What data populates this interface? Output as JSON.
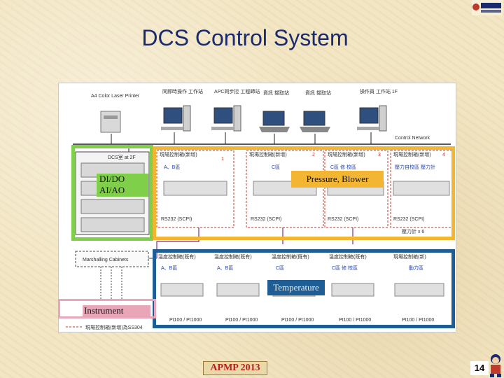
{
  "slide": {
    "title": "DCS Control System",
    "page_number": "14",
    "footer_badge": "APMP 2013"
  },
  "overlays": {
    "didoai_line1": "DI/DO",
    "didoai_line2": "AI/AO",
    "pressure": "Pressure, Blower",
    "temperature": "Temperature",
    "instrument": "Instrument"
  },
  "diagram": {
    "workstations": [
      "A4 Color Laser Printer",
      "同即時操作 工作站",
      "APC同步控 工程師站",
      "資訊 擷取站",
      "資訊 擷取站",
      "操作員 工作站 1F"
    ],
    "control_network_label": "Control Network",
    "dcs_label": "DCS室 at 2F",
    "marshalling_label": "Marshalling Cabinets",
    "panel_numbers": [
      "1",
      "2",
      "3",
      "4"
    ],
    "field_panels_top": [
      "現場控制箱(新增)",
      "現場控制箱(新增)",
      "現場控制箱(新增)",
      "現場控制箱(新增)"
    ],
    "field_panels_top_zones": [
      "A、B區",
      "C區",
      "C區 修 校區",
      "壓力自校區 壓力計"
    ],
    "rs_labels": [
      "RS232 (SCPI)",
      "RS232 (SCPI)",
      "RS232 (SCPI)",
      "RS232 (SCPI)"
    ],
    "field_panels_bottom": [
      "溫度控制箱(既有)",
      "溫度控制箱(既有)",
      "溫度控制箱(既有)",
      "溫度控制箱(既有)",
      "現場控制箱(新)"
    ],
    "field_panels_bottom_zones": [
      "A、B區",
      "A、B區",
      "C區",
      "C區 修 校區",
      "動力區"
    ],
    "pt_labels": [
      "Pt100 / Pt1000",
      "Pt100 / Pt1000",
      "Pt100 / Pt1000",
      "Pt100 / Pt1000",
      "Pt100 / Pt1000"
    ],
    "legend_text": "現場控制箱(新增)為SS304",
    "pressure_count": "壓力計 x 6"
  },
  "colors": {
    "green": "#7fcf4a",
    "orange": "#f2b632",
    "blue": "#1f5d95",
    "pink": "#e8a6b8",
    "title": "#1a2a6e"
  }
}
